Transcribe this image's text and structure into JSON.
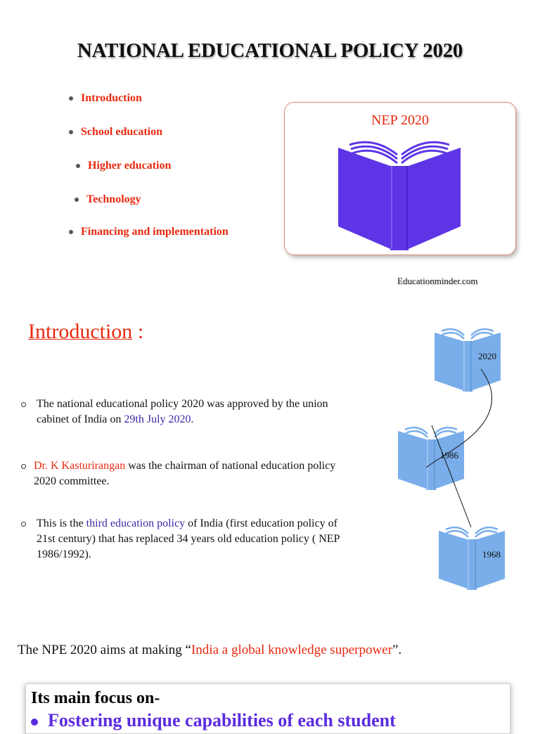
{
  "title": "NATIONAL EDUCATIONAL POLICY 2020",
  "topics": [
    "Introduction",
    "School education",
    "Higher education",
    "Technology",
    "Financing and implementation"
  ],
  "card": {
    "title": "NEP 2020",
    "icon": "open-book-icon",
    "icon_color": "#5e35e6"
  },
  "credit": "Educationminder.com",
  "introduction": {
    "heading": "Introduction",
    "heading_suffix": " :",
    "points": [
      {
        "parts": [
          {
            "text": "The national educational policy 2020 was approved by the union cabinet of India on ",
            "color": "default"
          },
          {
            "text": "29th July 2020.",
            "color": "blue"
          }
        ]
      },
      {
        "parts": [
          {
            "text": "Dr. K Kasturirangan",
            "color": "red"
          },
          {
            "text": " was the chairman of national education policy 2020 committee.",
            "color": "default"
          }
        ]
      },
      {
        "parts": [
          {
            "text": "This is the ",
            "color": "default"
          },
          {
            "text": "third  education policy",
            "color": "blue"
          },
          {
            "text": " of India (first education policy of  21st century) that has replaced 34 years old education policy ( NEP 1986/1992).",
            "color": "default"
          }
        ]
      }
    ]
  },
  "timeline": {
    "icon": "open-book-icon",
    "icon_color": "#7aaeea",
    "years": [
      "2020",
      "1986",
      "1968"
    ]
  },
  "aims": {
    "prefix": "The NPE 2020 aims at making “",
    "highlight": "India a global knowledge superpower",
    "suffix": "”."
  },
  "focus": {
    "heading": "Its main focus on-",
    "first_item": "Fostering unique capabilities of each student"
  },
  "colors": {
    "accent_red": "#e8290f",
    "accent_blue": "#3a2aa8",
    "focus_purple": "#5b2be0"
  }
}
